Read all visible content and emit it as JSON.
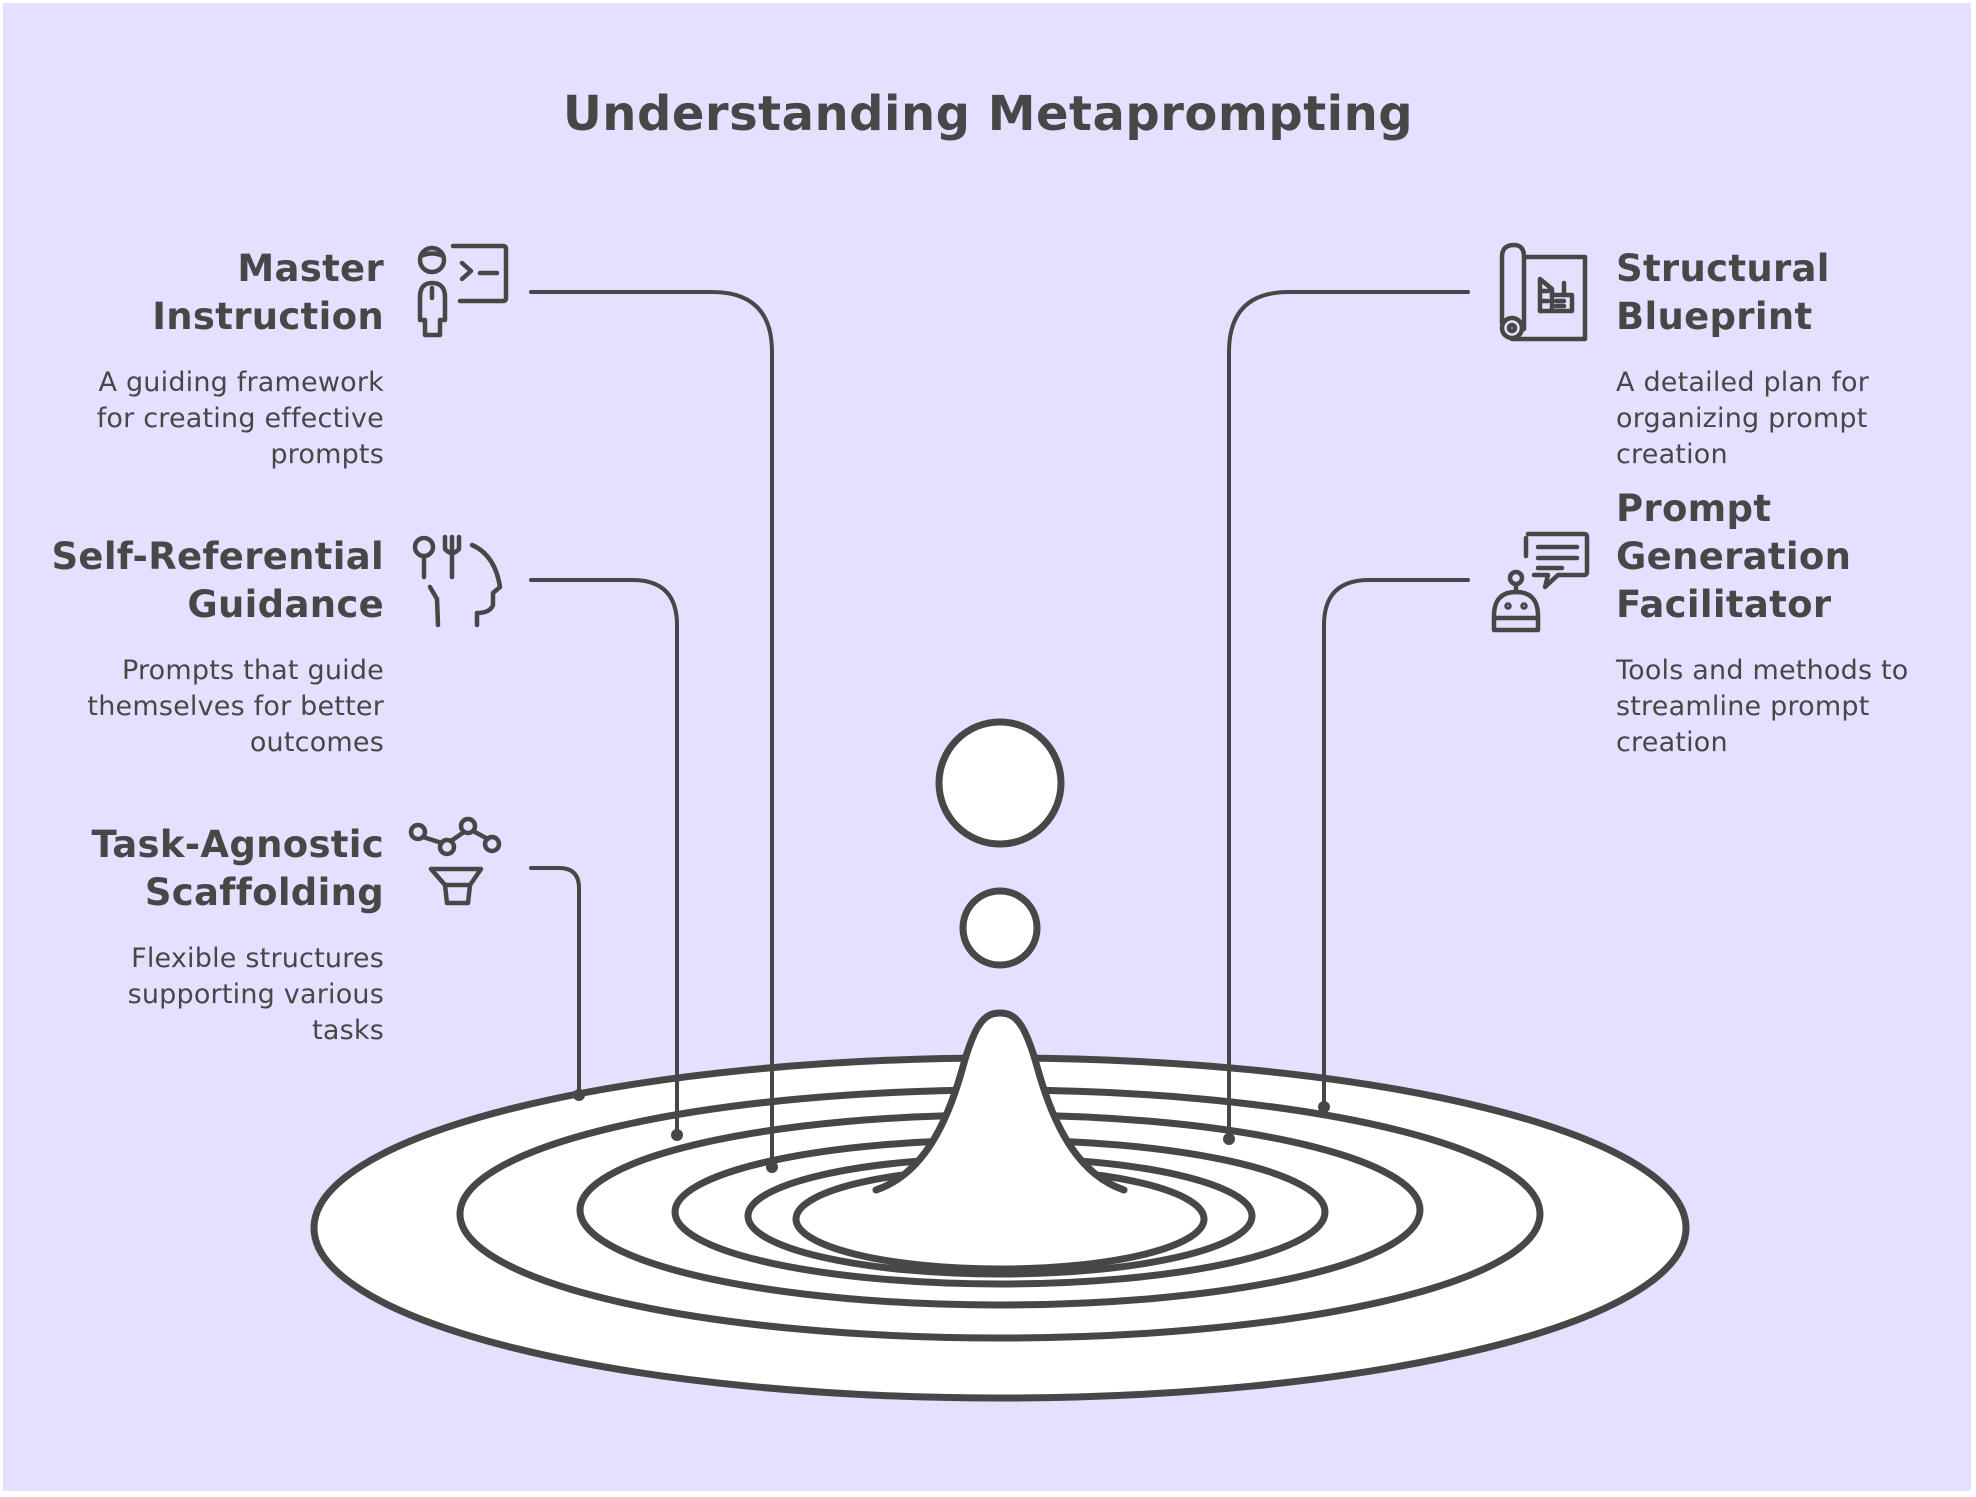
{
  "title": "Understanding Metaprompting",
  "colors": {
    "background": "#e5e0ff",
    "ink": "#474747",
    "fill": "#ffffff"
  },
  "items": [
    {
      "id": "master-instruction",
      "side": "left",
      "title_lines": [
        "Master",
        "Instruction"
      ],
      "description_lines": [
        "A guiding framework",
        "for creating effective",
        "prompts"
      ],
      "icon": "teacher-presentation-icon"
    },
    {
      "id": "self-referential-guidance",
      "side": "left",
      "title_lines": [
        "Self-Referential",
        "Guidance"
      ],
      "description_lines": [
        "Prompts that guide",
        "themselves for better",
        "outcomes"
      ],
      "icon": "head-utensils-icon"
    },
    {
      "id": "task-agnostic-scaffolding",
      "side": "left",
      "title_lines": [
        "Task-Agnostic",
        "Scaffolding"
      ],
      "description_lines": [
        "Flexible structures",
        "supporting various",
        "tasks"
      ],
      "icon": "nodes-funnel-icon"
    },
    {
      "id": "structural-blueprint",
      "side": "right",
      "title_lines": [
        "Structural",
        "Blueprint"
      ],
      "description_lines": [
        "A detailed plan for",
        "organizing prompt",
        "creation"
      ],
      "icon": "blueprint-scroll-icon"
    },
    {
      "id": "prompt-generation-facilitator",
      "side": "right",
      "title_lines": [
        "Prompt",
        "Generation",
        "Facilitator"
      ],
      "description_lines": [
        "Tools and methods to",
        "streamline prompt",
        "creation"
      ],
      "icon": "robot-chat-icon"
    }
  ]
}
